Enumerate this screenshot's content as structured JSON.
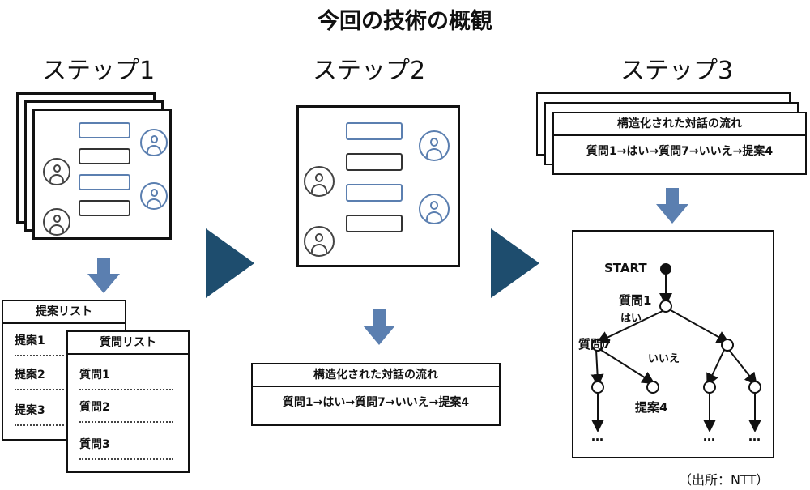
{
  "title": "今回の技術の概観",
  "steps": [
    "ステップ1",
    "ステップ2",
    "ステップ3"
  ],
  "proposal_list": {
    "header": "提案リスト",
    "items": [
      "提案1",
      "提案2",
      "提案3"
    ]
  },
  "question_list": {
    "header": "質問リスト",
    "items": [
      "質問1",
      "質問2",
      "質問3"
    ]
  },
  "flow": {
    "header": "構造化された対話の流れ",
    "body": "質問1→はい→質問7→いいえ→提案4"
  },
  "tree": {
    "start": "START",
    "q1": "質問1",
    "yes": "はい",
    "q7": "質問7",
    "no": "いいえ",
    "p4": "提案4",
    "ellipsis": "…"
  },
  "source": "（出所：NTT）",
  "colors": {
    "arrow_down": "#5b7fb0",
    "arrow_right": "#1e4d6e",
    "bubble_blue": "#5b7fb0"
  }
}
